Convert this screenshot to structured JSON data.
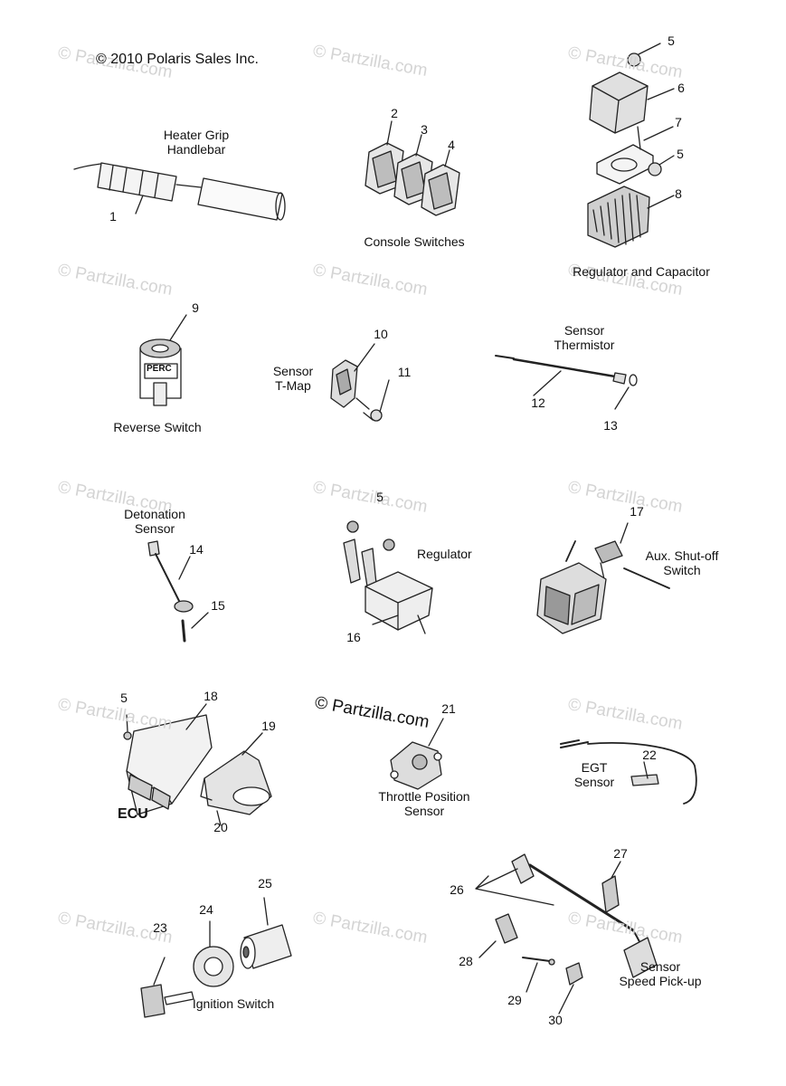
{
  "copyright": "© 2010 Polaris Sales Inc.",
  "watermark": "© Partzilla.com",
  "groups": {
    "heater_grip": "Heater Grip\nHandlebar",
    "console_switches": "Console Switches",
    "regulator_capacitor": "Regulator and Capacitor",
    "reverse_switch": "Reverse Switch",
    "sensor_tmap": "Sensor\nT-Map",
    "sensor_thermistor": "Sensor\nThermistor",
    "detonation_sensor": "Detonation\nSensor",
    "regulator": "Regulator",
    "aux_shutoff": "Aux. Shut-off\nSwitch",
    "ecu": "ECU",
    "throttle_position": "Throttle Position\nSensor",
    "egt_sensor": "EGT\nSensor",
    "ignition_switch": "Ignition Switch",
    "sensor_speed": "Sensor\nSpeed Pick-up"
  },
  "component_text": {
    "perc": "PERC"
  },
  "callouts": [
    "1",
    "2",
    "3",
    "4",
    "5",
    "6",
    "7",
    "5",
    "8",
    "9",
    "10",
    "11",
    "12",
    "13",
    "5",
    "14",
    "15",
    "16",
    "17",
    "5",
    "18",
    "19",
    "20",
    "21",
    "22",
    "23",
    "24",
    "25",
    "26",
    "27",
    "28",
    "29",
    "30"
  ]
}
